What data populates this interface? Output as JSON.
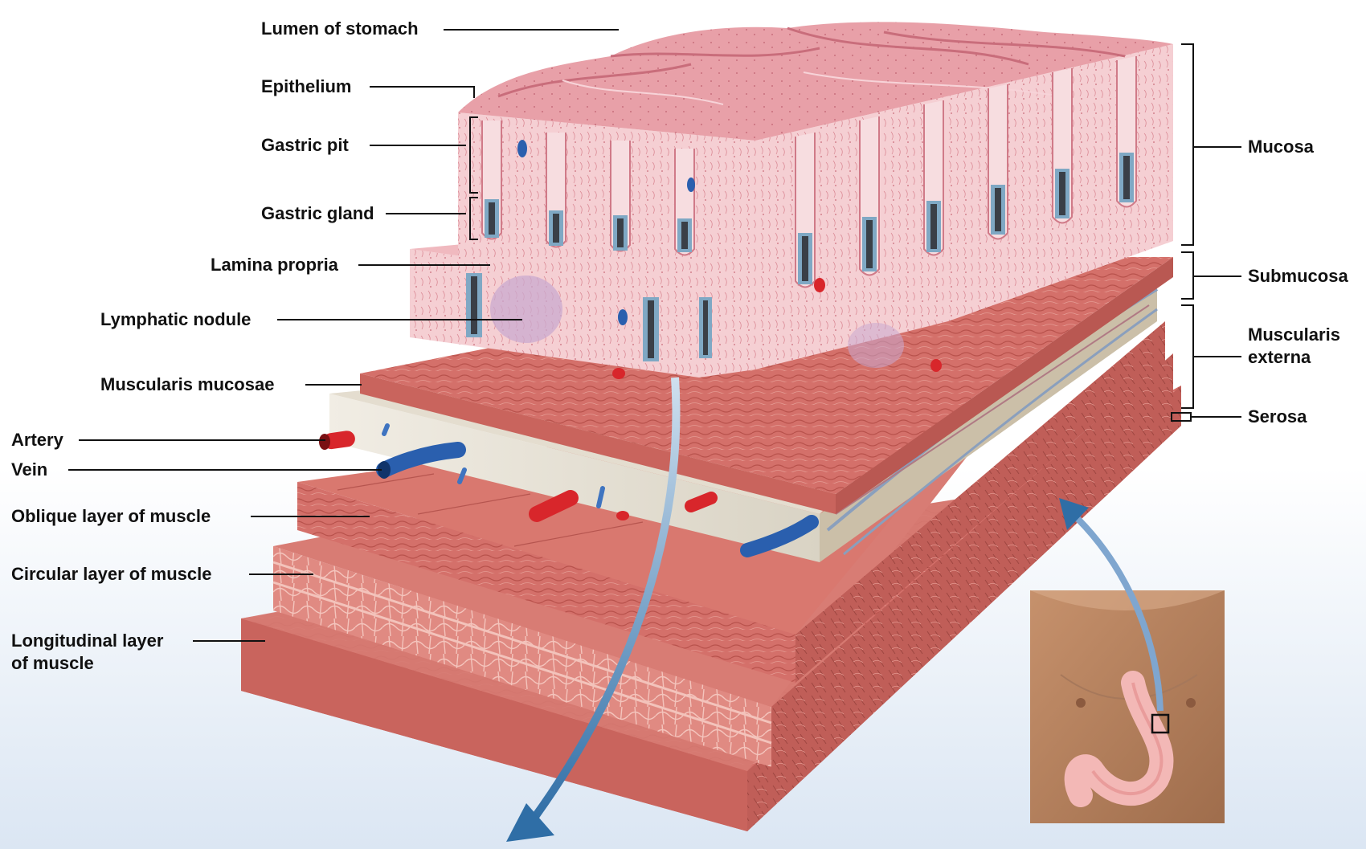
{
  "labels_left": [
    {
      "id": "lumen",
      "text": "Lumen of stomach"
    },
    {
      "id": "epithelium",
      "text": "Epithelium"
    },
    {
      "id": "gastric-pit",
      "text": "Gastric pit"
    },
    {
      "id": "gastric-gland",
      "text": "Gastric gland"
    },
    {
      "id": "lamina-propria",
      "text": "Lamina propria"
    },
    {
      "id": "lymphatic-nodule",
      "text": "Lymphatic nodule"
    },
    {
      "id": "muscularis-mucosae",
      "text": "Muscularis mucosae"
    },
    {
      "id": "artery",
      "text": "Artery"
    },
    {
      "id": "vein",
      "text": "Vein"
    },
    {
      "id": "oblique",
      "text": "Oblique layer of muscle"
    },
    {
      "id": "circular",
      "text": "Circular layer of muscle"
    },
    {
      "id": "longitudinal",
      "text": "Longitudinal layer\nof muscle"
    }
  ],
  "labels_right": [
    {
      "id": "mucosa",
      "text": "Mucosa"
    },
    {
      "id": "submucosa",
      "text": "Submucosa"
    },
    {
      "id": "muscularis-externa",
      "text": "Muscularis\nexterna"
    },
    {
      "id": "serosa",
      "text": "Serosa"
    }
  ],
  "colors": {
    "muscle": "#d9736a",
    "muscle_dark": "#b4514b",
    "mucosa": "#f2c4c8",
    "mucosa_top": "#e89aa3",
    "submucosa": "#e8e2d6",
    "artery": "#d8262b",
    "vein": "#2a5fae",
    "gland": "#7fa8c4",
    "skin": "#b98461",
    "stomach": "#f3b8b6",
    "arrow": "#4f86b6",
    "background": "#ffffff"
  },
  "icons": [
    "stomach-icon",
    "torso-inset"
  ]
}
